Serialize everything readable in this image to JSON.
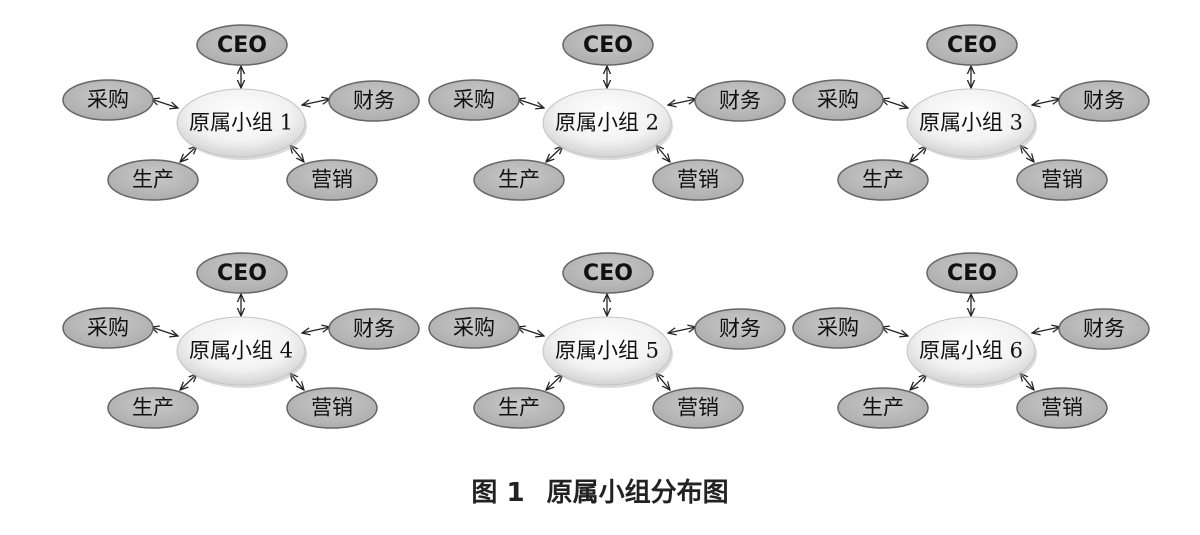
{
  "nodes": {
    "top": "CEO",
    "left": "采购",
    "right": "财务",
    "bottom_left": "生产",
    "bottom_right": "营销"
  },
  "groups": [
    {
      "label": "原属小组 1"
    },
    {
      "label": "原属小组 2"
    },
    {
      "label": "原属小组 3"
    },
    {
      "label": "原属小组 4"
    },
    {
      "label": "原属小组 5"
    },
    {
      "label": "原属小组 6"
    }
  ],
  "caption": {
    "number": "图 1",
    "title": "原属小组分布图"
  }
}
